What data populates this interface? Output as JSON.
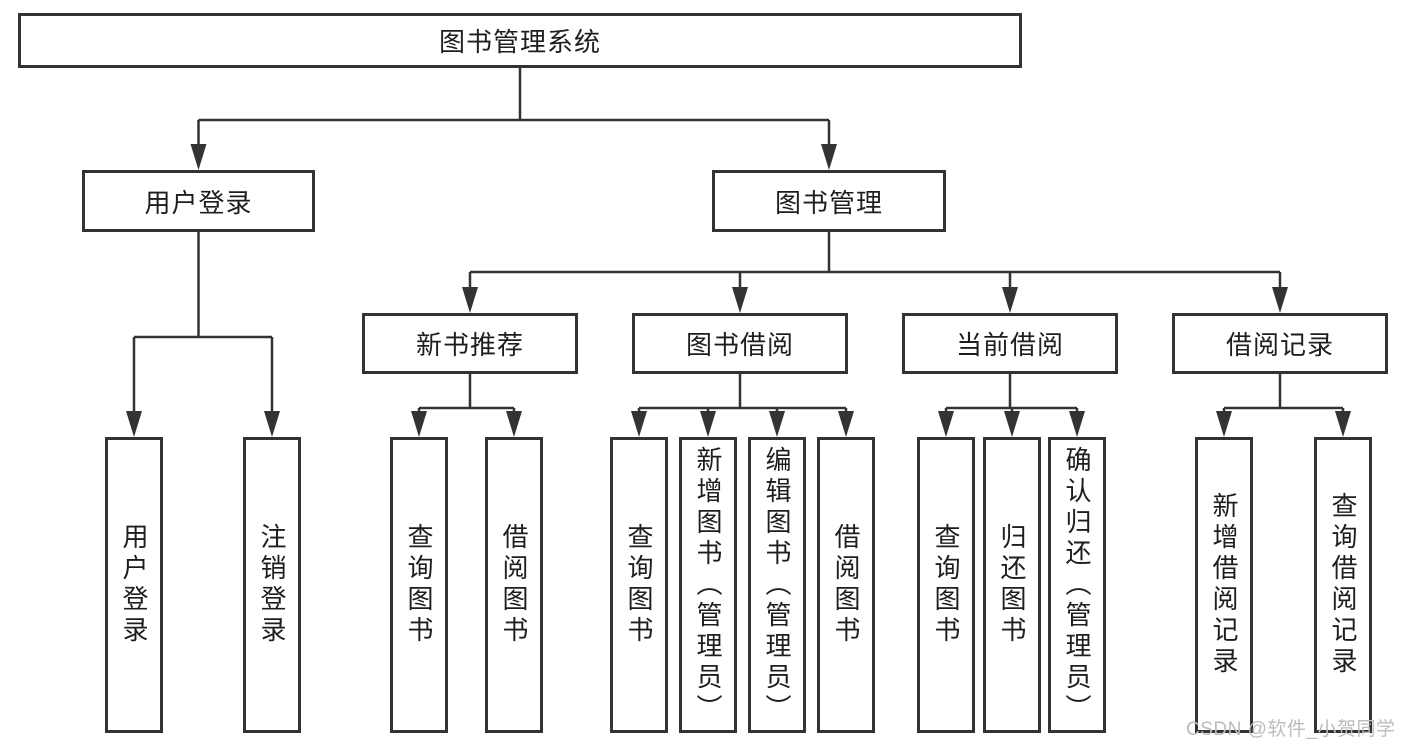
{
  "tree": {
    "label": "图书管理系统",
    "children": [
      {
        "label": "用户登录",
        "children": [
          {
            "label": "用户登录"
          },
          {
            "label": "注销登录"
          }
        ]
      },
      {
        "label": "图书管理",
        "children": [
          {
            "label": "新书推荐",
            "children": [
              {
                "label": "查询图书"
              },
              {
                "label": "借阅图书"
              }
            ]
          },
          {
            "label": "图书借阅",
            "children": [
              {
                "label": "查询图书"
              },
              {
                "label": "新增图书（管理员）"
              },
              {
                "label": "编辑图书（管理员）"
              },
              {
                "label": "借阅图书"
              }
            ]
          },
          {
            "label": "当前借阅",
            "children": [
              {
                "label": "查询图书"
              },
              {
                "label": "归还图书"
              },
              {
                "label": "确认归还（管理员）"
              }
            ]
          },
          {
            "label": "借阅记录",
            "children": [
              {
                "label": "新增借阅记录"
              },
              {
                "label": "查询借阅记录"
              }
            ]
          }
        ]
      }
    ]
  },
  "watermark": "CSDN @软件_小贺同学",
  "colors": {
    "line": "#333333",
    "text": "#1e1e1e",
    "box_bg": "#ffffff",
    "background": "#ffffff",
    "watermark": "#bcbcbc"
  }
}
